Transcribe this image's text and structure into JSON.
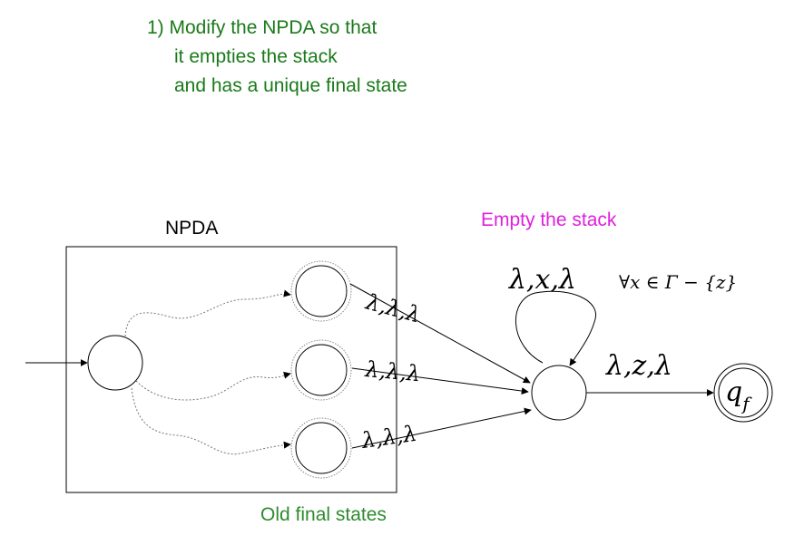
{
  "title": {
    "line1": "1) Modify the NPDA so that",
    "line2": "it empties the stack",
    "line3": "and has a unique final state"
  },
  "npda_label": "NPDA",
  "empty_stack_label": "Empty the stack",
  "old_final_states_label": "Old final states",
  "edges": {
    "top": "λ,λ,λ",
    "mid": "λ,λ,λ",
    "bottom": "λ,λ,λ",
    "loop": "λ,x,λ",
    "loop_condition": "∀x ∈ Γ − {z}",
    "final": "λ,z,λ"
  },
  "final_state_label": "q",
  "final_state_subscript": "f",
  "colors": {
    "title": "#1a7a1a",
    "empty_stack": "#e020e0",
    "old_final": "#2e8b2e"
  }
}
